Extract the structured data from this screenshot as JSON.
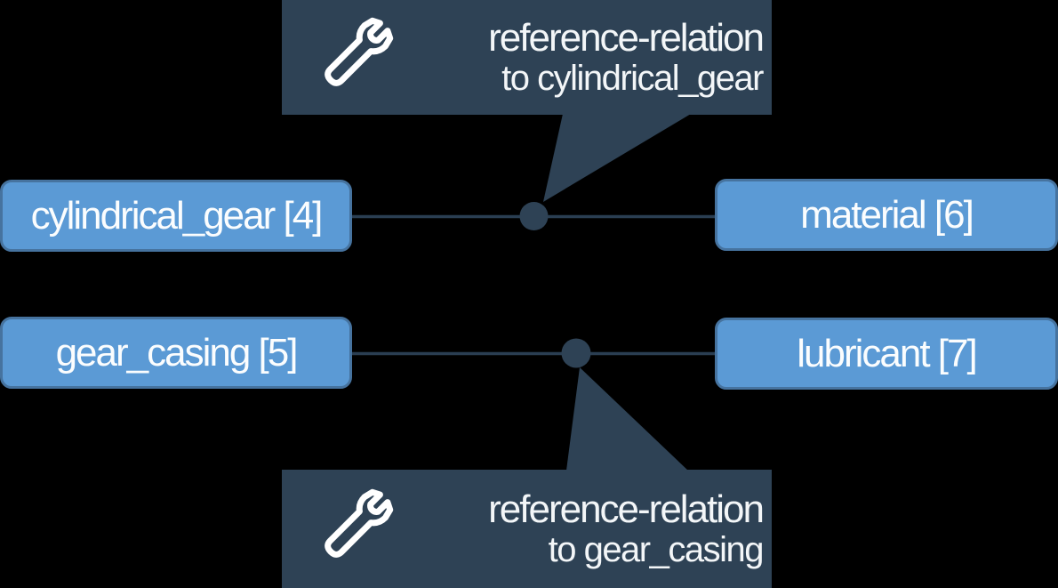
{
  "diagram": {
    "background": "#000000",
    "colors": {
      "panel": "#2e4255",
      "edge_line": "#2a3e52",
      "node_fill": "#5b9ad5",
      "node_border": "#46739f",
      "text": "#f3f6f8"
    },
    "nodes": [
      {
        "label": "cylindrical_gear [4]"
      },
      {
        "label": "material [6]"
      },
      {
        "label": "gear_casing [5]"
      },
      {
        "label": "lubricant [7]"
      }
    ],
    "edges": [
      {
        "from": "cylindrical_gear [4]",
        "to": "material [6]"
      },
      {
        "from": "gear_casing [5]",
        "to": "lubricant [7]"
      }
    ],
    "tooltips": [
      {
        "icon": "wrench-icon",
        "title": "reference-relation",
        "subtitle": "to cylindrical_gear"
      },
      {
        "icon": "wrench-icon",
        "title": "reference-relation",
        "subtitle": "to gear_casing"
      }
    ]
  }
}
